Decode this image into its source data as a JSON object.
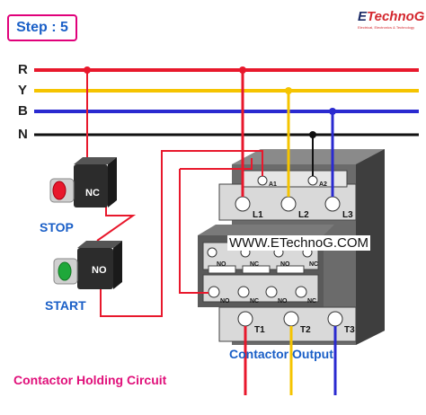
{
  "step": {
    "label": "Step : 5"
  },
  "logo": {
    "brand_prefix": "E",
    "brand_rest": "TechnoG",
    "tagline": "Electrical, Electronics & Technology"
  },
  "phases": {
    "r": "R",
    "y": "Y",
    "b": "B",
    "n": "N"
  },
  "buttons": {
    "stop_type": "NC",
    "stop_label": "STOP",
    "start_type": "NO",
    "start_label": "START"
  },
  "contactor": {
    "coil_left": "A1",
    "coil_right": "A2",
    "inputs": [
      "L1",
      "L2",
      "L3"
    ],
    "outputs": [
      "T1",
      "T2",
      "T3"
    ],
    "aux_top": [
      "NO",
      "NC",
      "NO",
      "NC"
    ],
    "aux_bottom": [
      "NO",
      "NC",
      "NO",
      "NC"
    ],
    "url": "WWW.ETechnoG.COM",
    "output_label": "Contactor Output"
  },
  "caption": "Contactor Holding Circuit",
  "colors": {
    "r": "#e8182c",
    "y": "#f5c400",
    "b": "#2a2ad0",
    "n": "#111111",
    "control": "#e8182c",
    "accent": "#e0007a",
    "label_blue": "#1a5fc7"
  }
}
